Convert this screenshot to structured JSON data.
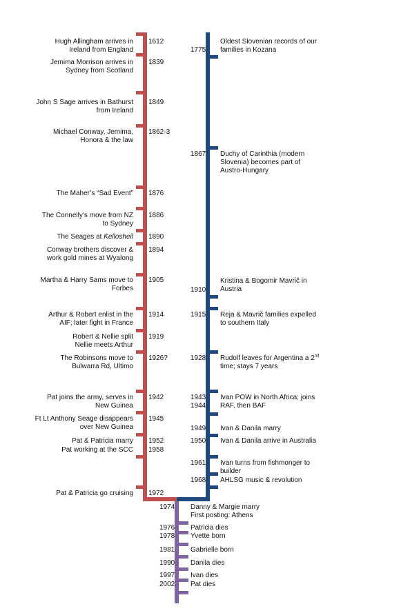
{
  "colors": {
    "red_line": "#c0504d",
    "blue_line": "#1f497d",
    "purple_line": "#8064a2",
    "text": "#111111"
  },
  "left_events": [
    {
      "year": "1612",
      "text": "Hugh Allingham arrives in\nIreland from England"
    },
    {
      "year": "1839",
      "text": "Jemima Morrison arrives in\nSydney from Scotland"
    },
    {
      "year": "1849",
      "text": "John S Sage arrives in Bathurst\nfrom Ireland"
    },
    {
      "year": "1862-3",
      "text": "Michael Conway, Jemima,\nHonora & the law"
    },
    {
      "year": "1876",
      "text": "The Maher’s  “Sad Event”"
    },
    {
      "year": "1886",
      "text": "The Connelly’s move from NZ\nto Sydney"
    },
    {
      "year": "1890",
      "text": "The Seages at ",
      "text_italic": "Kellosheil"
    },
    {
      "year": "1894",
      "text": "Conway brothers discover &\nwork gold mines at Wyalong"
    },
    {
      "year": "1905",
      "text": "Martha & Harry Sams move to\nForbes"
    },
    {
      "year": "1914",
      "text": "Arthur & Robert enlist in the\nAIF; later fight in France"
    },
    {
      "year": "1919",
      "text": "Robert & Nellie split\nNellie meets Arthur"
    },
    {
      "year": "1926?",
      "text": "The Robinsons move to\nBulwarra Rd, Ultimo"
    },
    {
      "year": "1942",
      "text": "Pat joins the army, serves in\nNew Guinea"
    },
    {
      "year": "1945",
      "text": "Ft Lt Anthony Seage disappears\nover New Guinea"
    },
    {
      "year": "1952",
      "text": "Pat & Patricia marry"
    },
    {
      "year": "1958",
      "text": "Pat working at the SCC"
    },
    {
      "year": "1972",
      "text": "Pat & Patricia go cruising"
    }
  ],
  "right_events": [
    {
      "year": "1775",
      "text": "Oldest Slovenian records of our\nfamilies in Kozana"
    },
    {
      "year": "1867",
      "text": "Duchy of Carinthia (modern\nSlovenia) becomes part of\nAustro-Hungary"
    },
    {
      "year": "1910",
      "text": "Kristina & Bogomir Mavrič in\nAustria"
    },
    {
      "year": "1915",
      "text": "Reja & Mavrič families expelled\nto southern Italy"
    },
    {
      "year": "1928",
      "text": "Rudolf leaves for Argentina a 2",
      "text_sup": "nd",
      "text_after": "\ntime; stays 7 years"
    },
    {
      "year": "1943",
      "text": "Ivan POW in North Africa; joins"
    },
    {
      "year": "1944",
      "text": "RAF, then BAF"
    },
    {
      "year": "1949",
      "text": "Ivan & Danila marry"
    },
    {
      "year": "1950",
      "text": "Ivan & Danila arrive in Australia"
    },
    {
      "year": "1961",
      "text": "Ivan turns from fishmonger to\nbuilder"
    },
    {
      "year": "1968",
      "text": "AHLSG music & revolution"
    }
  ],
  "bottom_events": [
    {
      "year": "1974",
      "text": "Danny & Margie marry\nFirst posting: Athens"
    },
    {
      "year": "1976",
      "text": "Patricia dies"
    },
    {
      "year": "1978",
      "text": "Yvette born"
    },
    {
      "year": "1981",
      "text": "Gabrielle born"
    },
    {
      "year": "1990",
      "text": "Danila dies"
    },
    {
      "year": "1997",
      "text": "Ivan dies"
    },
    {
      "year": "2002",
      "text": "Pat dies"
    }
  ]
}
